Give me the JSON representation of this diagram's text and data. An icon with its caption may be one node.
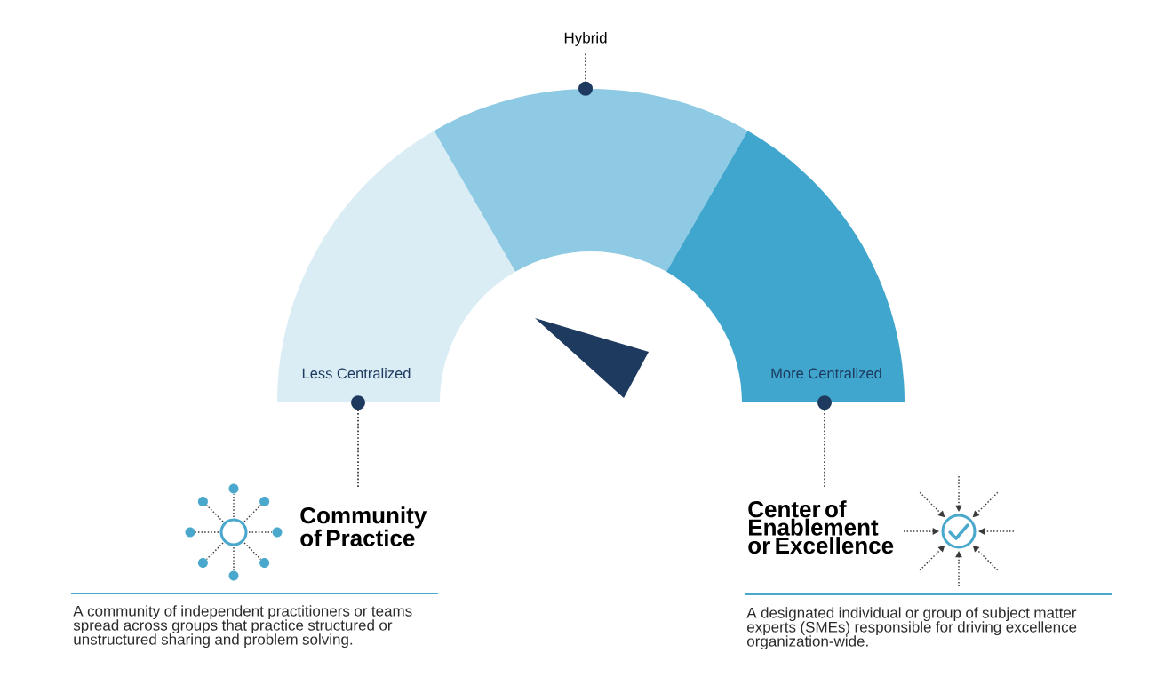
{
  "diagram": {
    "nodes": [
      {
        "text": [
          "Hybrid"
        ]
      },
      {
        "text": [
          "Less Centralized"
        ]
      },
      {
        "text": [],
        "shape": "band"
      },
      {
        "text": [
          "More Centralized"
        ]
      },
      {
        "text": [],
        "shape": "triangle"
      },
      {
        "text": [
          "Community of Practice",
          "A community of independent practitioners or teams spread across groups that practice structured or unstructured sharing and problem solving."
        ]
      },
      {
        "text": [
          "Center of Enablement or Excellence",
          "A designated individual or group of subject matter experts (SMEs) responsible for driving excellence organization-wide."
        ]
      }
    ],
    "edges": [
      {
        "from": 0,
        "to": 2,
        "arrow": "other"
      },
      {
        "from": 5,
        "to": 1,
        "arrow": "other"
      },
      {
        "from": 6,
        "to": 3,
        "arrow": "other"
      }
    ]
  }
}
